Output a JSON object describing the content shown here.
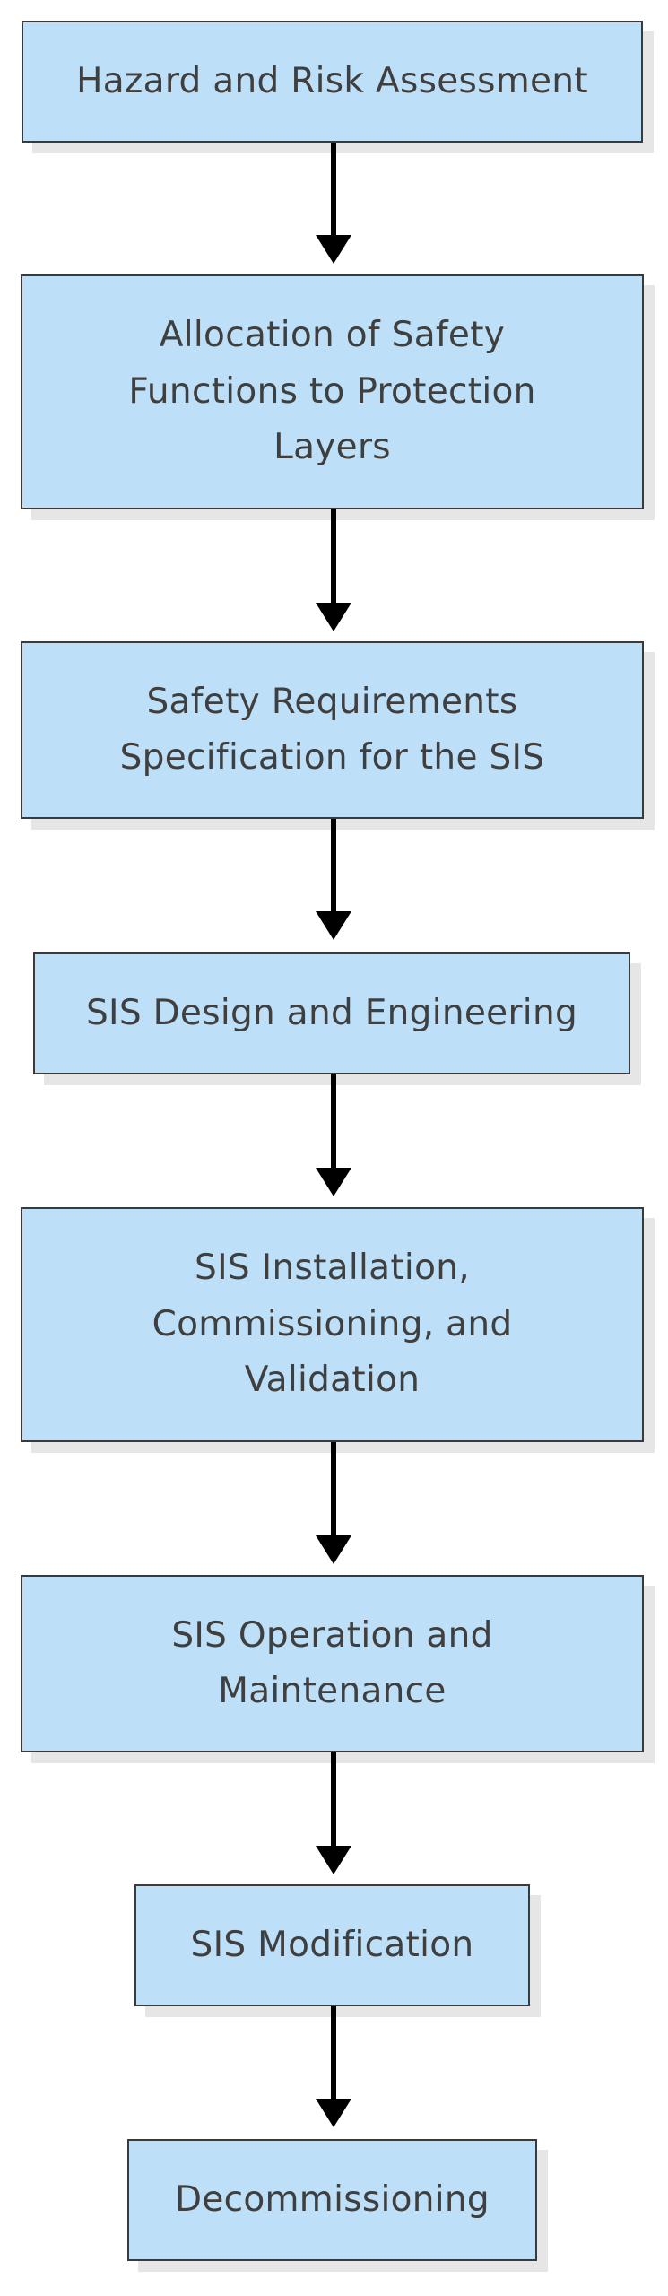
{
  "diagram": {
    "steps": [
      "Hazard and Risk Assessment",
      "Allocation of Safety Functions to Protection Layers",
      "Safety Requirements Specification for the SIS",
      "SIS Design and Engineering",
      "SIS Installation, Commissioning, and Validation",
      "SIS Operation and Maintenance",
      "SIS Modification",
      "Decommissioning"
    ],
    "colors": {
      "box_fill": "#bddff8",
      "box_border": "#3a3a3a",
      "arrow": "#000000",
      "text": "#3f3f3f"
    }
  }
}
